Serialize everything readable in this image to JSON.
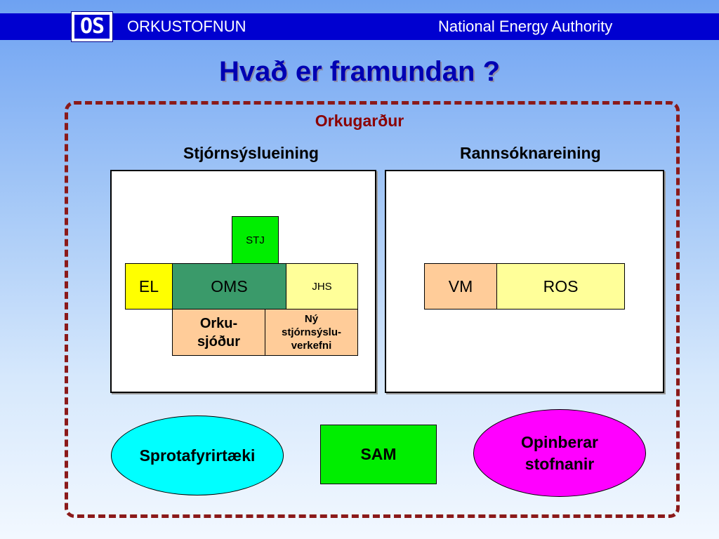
{
  "header": {
    "logo_text": "OS",
    "org_name": "ORKUSTOFNUN",
    "org_name_en": "National Energy Authority"
  },
  "slide": {
    "title": "Hvað er framundan ?",
    "campus_label": "Orkugarður",
    "left_unit_label": "Stjórnsýslueining",
    "right_unit_label": "Rannsóknareining"
  },
  "left_unit": {
    "stj": "STJ",
    "el": "EL",
    "oms": "OMS",
    "jhs": "JHS",
    "orkusjodur": "Orku-\nsjóður",
    "ny_verkefni": "Ný\nstjórnsýslu-\nverkefni"
  },
  "right_unit": {
    "vm": "VM",
    "ros": "ROS"
  },
  "bottom": {
    "startups": "Sprotafyrirtæki",
    "sam": "SAM",
    "public_agencies": "Opinberar\nstofnanir"
  },
  "colors": {
    "header_bar": "#0000d0",
    "title": "#0000b3",
    "dashed_border": "#8b1a1a",
    "green": "#00ee00",
    "yellow": "#ffff00",
    "dark_green": "#3a9a6a",
    "light_yellow": "#ffff99",
    "peach": "#ffcc99",
    "cyan": "#00ffff",
    "magenta": "#ff00ff"
  }
}
